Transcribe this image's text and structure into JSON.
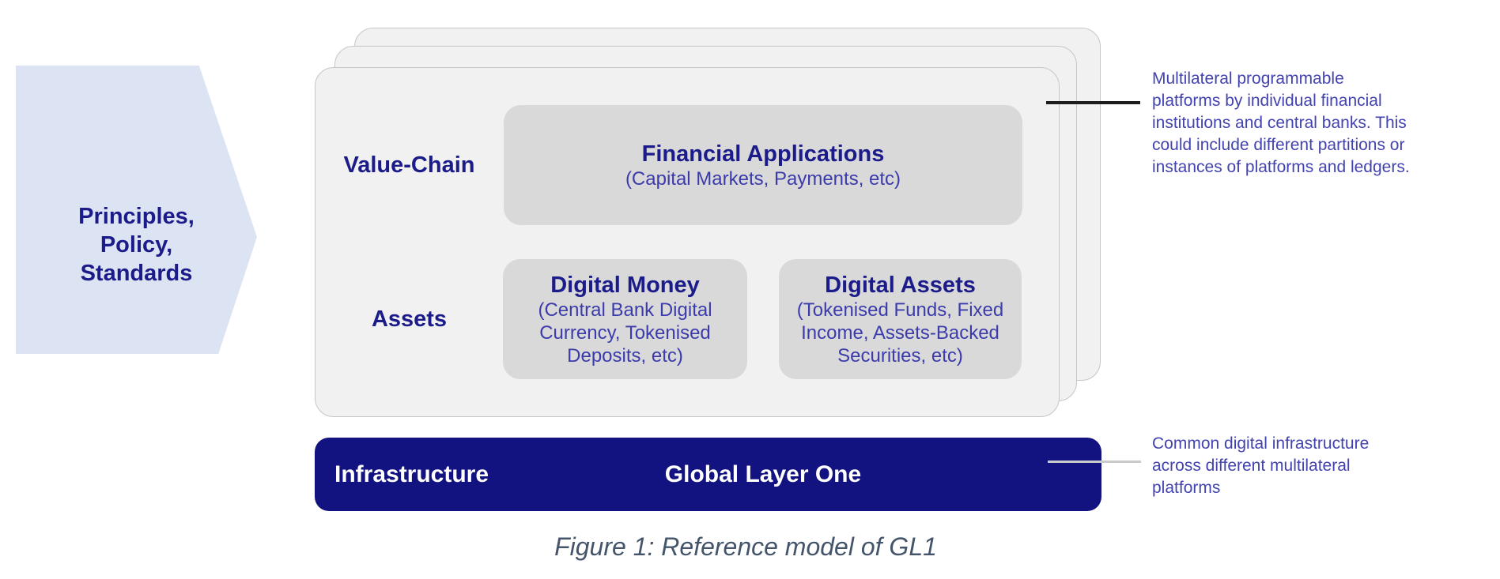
{
  "arrow": {
    "lines": [
      "Principles,",
      "Policy,",
      "Standards"
    ]
  },
  "layers": {
    "value_chain": {
      "label": "Value-Chain",
      "financial_applications": {
        "title": "Financial Applications",
        "subtitle": "(Capital Markets, Payments, etc)"
      }
    },
    "assets": {
      "label": "Assets",
      "digital_money": {
        "title": "Digital Money",
        "lines": [
          "(Central Bank Digital",
          "Currency, Tokenised",
          "Deposits, etc)"
        ]
      },
      "digital_assets": {
        "title": "Digital Assets",
        "lines": [
          "(Tokenised Funds, Fixed",
          "Income, Assets-Backed",
          "Securities, etc)"
        ]
      }
    },
    "infrastructure": {
      "label": "Infrastructure",
      "title": "Global Layer One"
    }
  },
  "annotations": {
    "platforms": {
      "lines": [
        "Multilateral programmable",
        "platforms by individual financial",
        "institutions and central banks. This",
        "could include different partitions or",
        "instances of platforms and ledgers."
      ]
    },
    "common_infrastructure": {
      "lines": [
        "Common digital infrastructure",
        "across different multilateral",
        "platforms"
      ]
    }
  },
  "figure": {
    "caption": "Figure 1: Reference model of GL1"
  },
  "colors": {
    "navy_bar": "#121280",
    "heading_text": "#1b1b8a",
    "body_text": "#3b3bab",
    "annotation_text": "#4343b0",
    "arrow_fill": "#dce3f3",
    "card_fill": "#f1f1f2",
    "card_border": "#c6c6c8",
    "inner_box_fill": "#d9d9da",
    "caption_text": "#44546a",
    "connector_black": "#1c1c1c",
    "connector_gray": "#c9cacc"
  }
}
